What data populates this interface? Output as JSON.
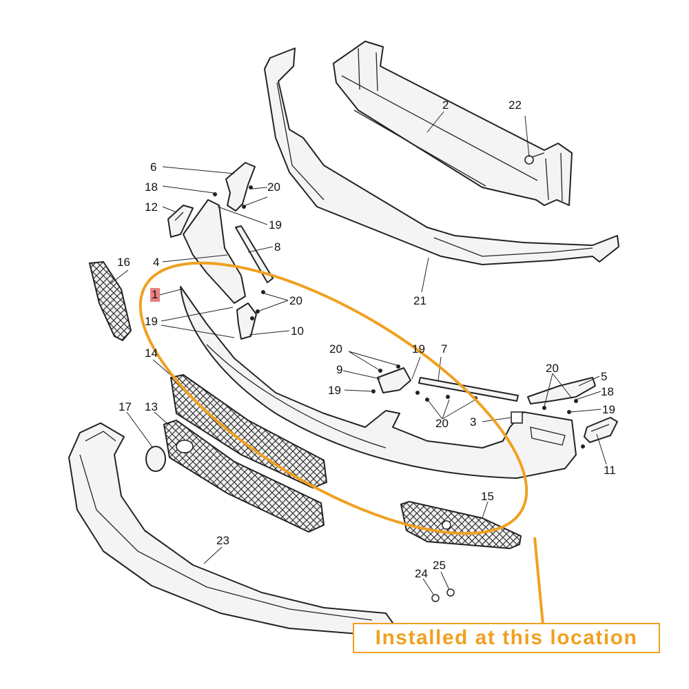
{
  "callout": {
    "text": "Installed at this location"
  },
  "colors": {
    "highlight": "#f0a020",
    "marker": "#e05555",
    "line": "#222222"
  },
  "labels": {
    "l1": "1",
    "l2": "2",
    "l3": "3",
    "l4": "4",
    "l5": "5",
    "l6": "6",
    "l7": "7",
    "l8": "8",
    "l9": "9",
    "l10": "10",
    "l11": "11",
    "l12": "12",
    "l13": "13",
    "l14": "14",
    "l15": "15",
    "l16": "16",
    "l17": "17",
    "l18": "18",
    "l18b": "18",
    "l19a": "19",
    "l19b": "19",
    "l19c": "19",
    "l19d": "19",
    "l19e": "19",
    "l20a": "20",
    "l20b": "20",
    "l20c": "20",
    "l20d": "20",
    "l20e": "20",
    "l21": "21",
    "l22": "22",
    "l23": "23",
    "l24": "24",
    "l25": "25"
  }
}
